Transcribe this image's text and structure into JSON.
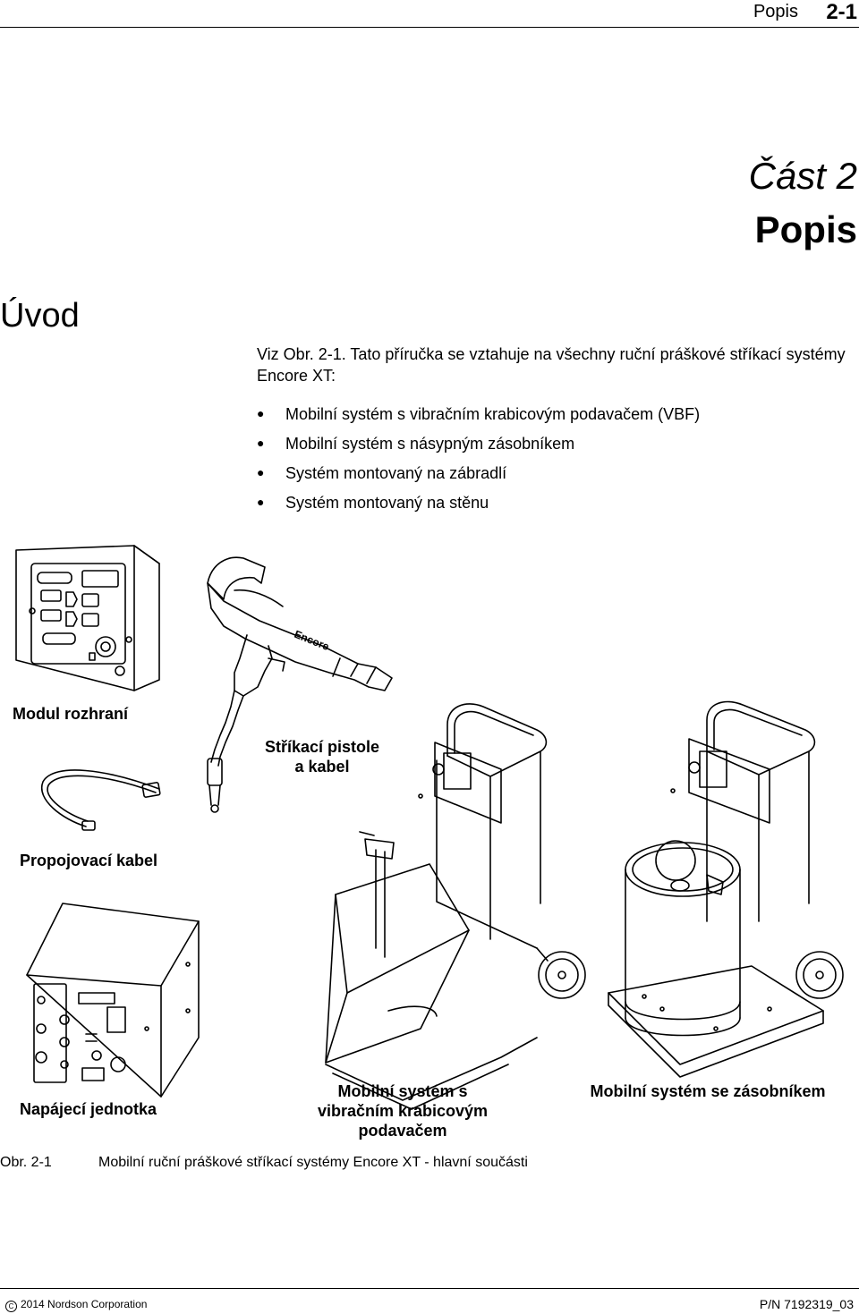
{
  "header": {
    "section": "Popis",
    "page": "2-1"
  },
  "part": {
    "label": "Část 2",
    "title": "Popis"
  },
  "intro": {
    "heading": "Úvod",
    "text": "Viz Obr. 2-1. Tato příručka se vztahuje na všechny ruční práškové stříkací systémy Encore XT:",
    "bullets": [
      "Mobilní systém s vibračním krabicovým podavačem (VBF)",
      "Mobilní systém s násypným zásobníkem",
      "Systém montovaný na zábradlí",
      "Systém montovaný na stěnu"
    ]
  },
  "figure": {
    "captions": {
      "interface_module": "Modul rozhraní",
      "spray_gun_line1": "Stříkací pistole",
      "spray_gun_line2": "a kabel",
      "interconnect_cable": "Propojovací kabel",
      "power_supply": "Napájecí jednotka",
      "vbf_line1": "Mobilní systém s",
      "vbf_line2": "vibračním krabicovým",
      "vbf_line3": "podavačem",
      "hopper_system": "Mobilní systém se zásobníkem"
    },
    "label": "Obr. 2-1",
    "caption": "Mobilní ruční práškové stříkací systémy Encore XT - hlavní součásti",
    "gun_brand": "Encore"
  },
  "footer": {
    "copyright_symbol": "C",
    "copyright": "2014 Nordson Corporation",
    "part_number": "P/N 7192319_03"
  }
}
